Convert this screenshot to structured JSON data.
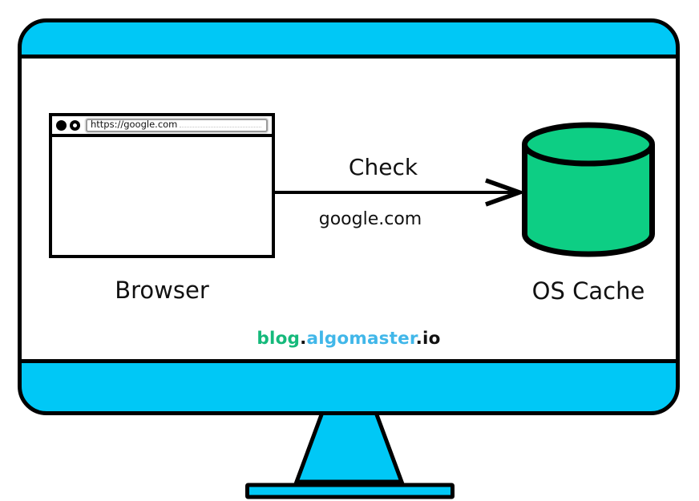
{
  "browser": {
    "url": "https://google.com",
    "label": "Browser"
  },
  "arrow": {
    "label": "Check",
    "sublabel": "google.com"
  },
  "os_cache": {
    "label": "OS Cache"
  },
  "watermark": {
    "blog": "blog",
    "dot1": ".",
    "algomaster": "algomaster",
    "dot2": ".",
    "io": "io"
  },
  "colors": {
    "monitor_cyan": "#00C8F6",
    "cylinder_green": "#0DCE84",
    "brand_green": "#15B97B",
    "brand_blue": "#41B7E9",
    "url_border_gray": "#9B9B9B",
    "outline": "#000000"
  }
}
